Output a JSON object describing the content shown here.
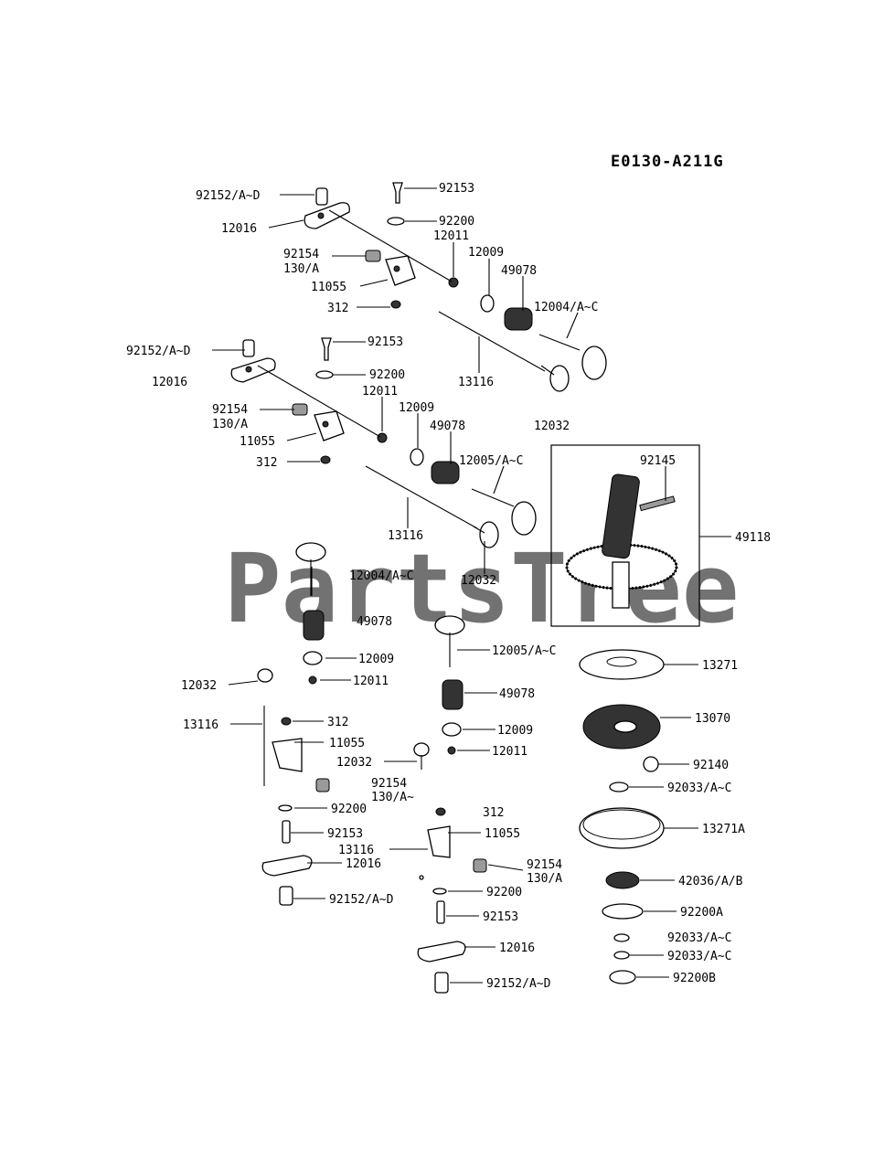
{
  "diagram": {
    "code": "E0130-A211G",
    "watermark": "PartsTree",
    "watermark_mark": "™",
    "labels": {
      "l01": "92152/A~D",
      "l02": "12016",
      "l03": "92153",
      "l04": "92200",
      "l05": "12011",
      "l06": "92154",
      "l07": "130/A",
      "l08": "11055",
      "l09": "312",
      "l10": "12009",
      "l11": "49078",
      "l12": "12004/A~C",
      "l13": "13116",
      "l14": "92152/A~D",
      "l15": "12016",
      "l16": "92153",
      "l17": "92200",
      "l18": "12011",
      "l19": "92154",
      "l20": "130/A",
      "l21": "11055",
      "l22": "312",
      "l23": "12009",
      "l24": "49078",
      "l25": "12032",
      "l26": "12005/A~C",
      "l27": "13116",
      "l28": "12032",
      "l29": "12004/A~C",
      "l30": "92145",
      "l31": "49118",
      "l32": "49078",
      "l33": "12009",
      "l34": "12011",
      "l35": "12005/A~C",
      "l36": "12032",
      "l37": "13116",
      "l38": "312",
      "l39": "11055",
      "l40": "49078",
      "l41": "12009",
      "l42": "12011",
      "l43": "12032",
      "l44": "92154",
      "l45": "130/A~",
      "l46": "92200",
      "l47": "92153",
      "l48": "12016",
      "l49": "92152/A~D",
      "l50": "312",
      "l51": "11055",
      "l52": "13116",
      "l53": "92154",
      "l54": "130/A",
      "l55": "92200",
      "l56": "92153",
      "l57": "12016",
      "l58": "92152/A~D",
      "l59": "13271",
      "l60": "13070",
      "l61": "92140",
      "l62": "92033/A~C",
      "l63": "13271A",
      "l64": "42036/A/B",
      "l65": "92200A",
      "l66": "92033/A~C",
      "l67": "92033/A~C",
      "l68": "92200B"
    }
  }
}
